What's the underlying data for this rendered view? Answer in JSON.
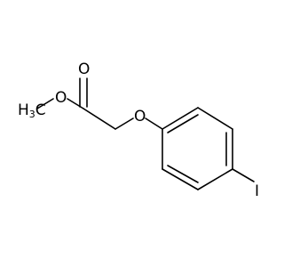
{
  "molecule": {
    "atoms": {
      "methyl": {
        "symbol": "H",
        "subscript": "3",
        "suffix": "C"
      },
      "carbonyl_oxygen": {
        "symbol": "O"
      },
      "ester_oxygen": {
        "symbol": "O"
      },
      "ether_oxygen": {
        "symbol": "O"
      },
      "iodine": {
        "symbol": "I"
      }
    }
  }
}
